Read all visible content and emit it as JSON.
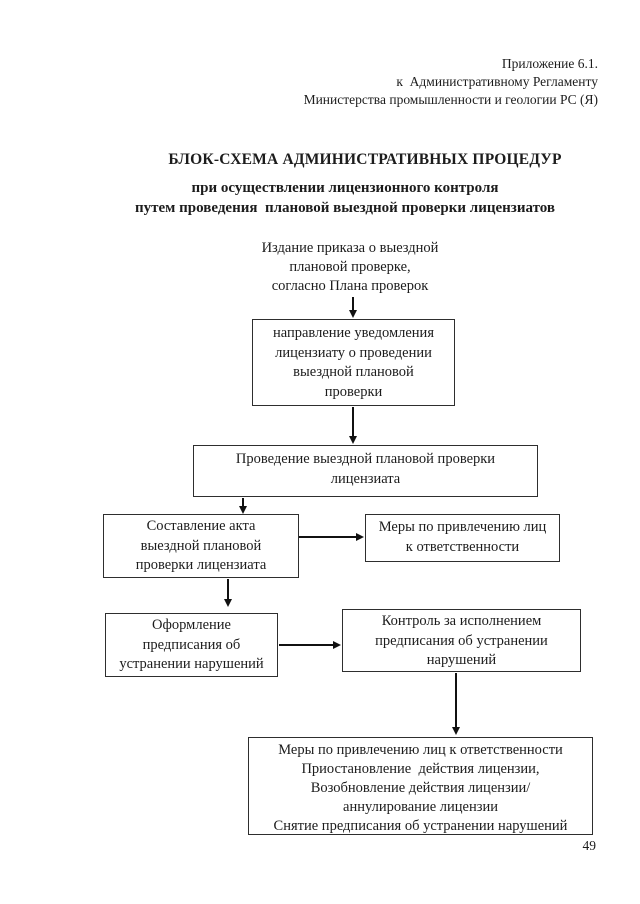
{
  "page": {
    "number": "49",
    "colors": {
      "background": "#ffffff",
      "text": "#1c1c1c",
      "box_border": "#2e2e2e",
      "arrow": "#111111"
    }
  },
  "header": {
    "lines": [
      "Приложение 6.1.",
      "к  Административному Регламенту",
      "Министерства промышленности и геологии РС (Я)"
    ]
  },
  "title": "БЛОК-СХЕМА АДМИНИСТРАТИВНЫХ ПРОЦЕДУР",
  "subtitle": {
    "lines": [
      "при осуществлении лицензионного контроля",
      "путем проведения  плановой выездной проверки лицензиатов"
    ]
  },
  "flowchart": {
    "nodes": {
      "start": {
        "bordered": false,
        "lines": [
          "Издание приказа о выездной",
          "плановой проверке,",
          "согласно Плана проверок"
        ]
      },
      "notification": {
        "bordered": true,
        "lines": [
          "направление уведомления",
          "лицензиату о проведении",
          "выездной плановой",
          "проверки"
        ]
      },
      "inspection": {
        "bordered": true,
        "lines": [
          "Проведение выездной плановой проверки",
          "лицензиата"
        ]
      },
      "act": {
        "bordered": true,
        "lines": [
          "Составление акта",
          "выездной плановой",
          "проверки лицензиата"
        ]
      },
      "measures": {
        "bordered": true,
        "lines": [
          "Меры по привлечению лиц",
          "к ответственности"
        ]
      },
      "prescription": {
        "bordered": true,
        "lines": [
          "Оформление",
          "предписания об",
          "устранении нарушений"
        ]
      },
      "control": {
        "bordered": true,
        "lines": [
          "Контроль за исполнением",
          "предписания об устранении",
          "нарушений"
        ]
      },
      "final": {
        "bordered": true,
        "lines": [
          "Меры по привлечению лиц к ответственности",
          "Приостановление  действия лицензии,",
          "Возобновление действия лицензии/",
          "аннулирование лицензии",
          "Снятие предписания об устранении нарушений"
        ]
      }
    },
    "connections": [
      {
        "from": "start",
        "to": "notification",
        "direction": "down"
      },
      {
        "from": "notification",
        "to": "inspection",
        "direction": "down"
      },
      {
        "from": "inspection",
        "to": "act",
        "direction": "down"
      },
      {
        "from": "act",
        "to": "measures",
        "direction": "right"
      },
      {
        "from": "act",
        "to": "prescription",
        "direction": "down"
      },
      {
        "from": "prescription",
        "to": "control",
        "direction": "right"
      },
      {
        "from": "control",
        "to": "final",
        "direction": "down"
      }
    ]
  }
}
